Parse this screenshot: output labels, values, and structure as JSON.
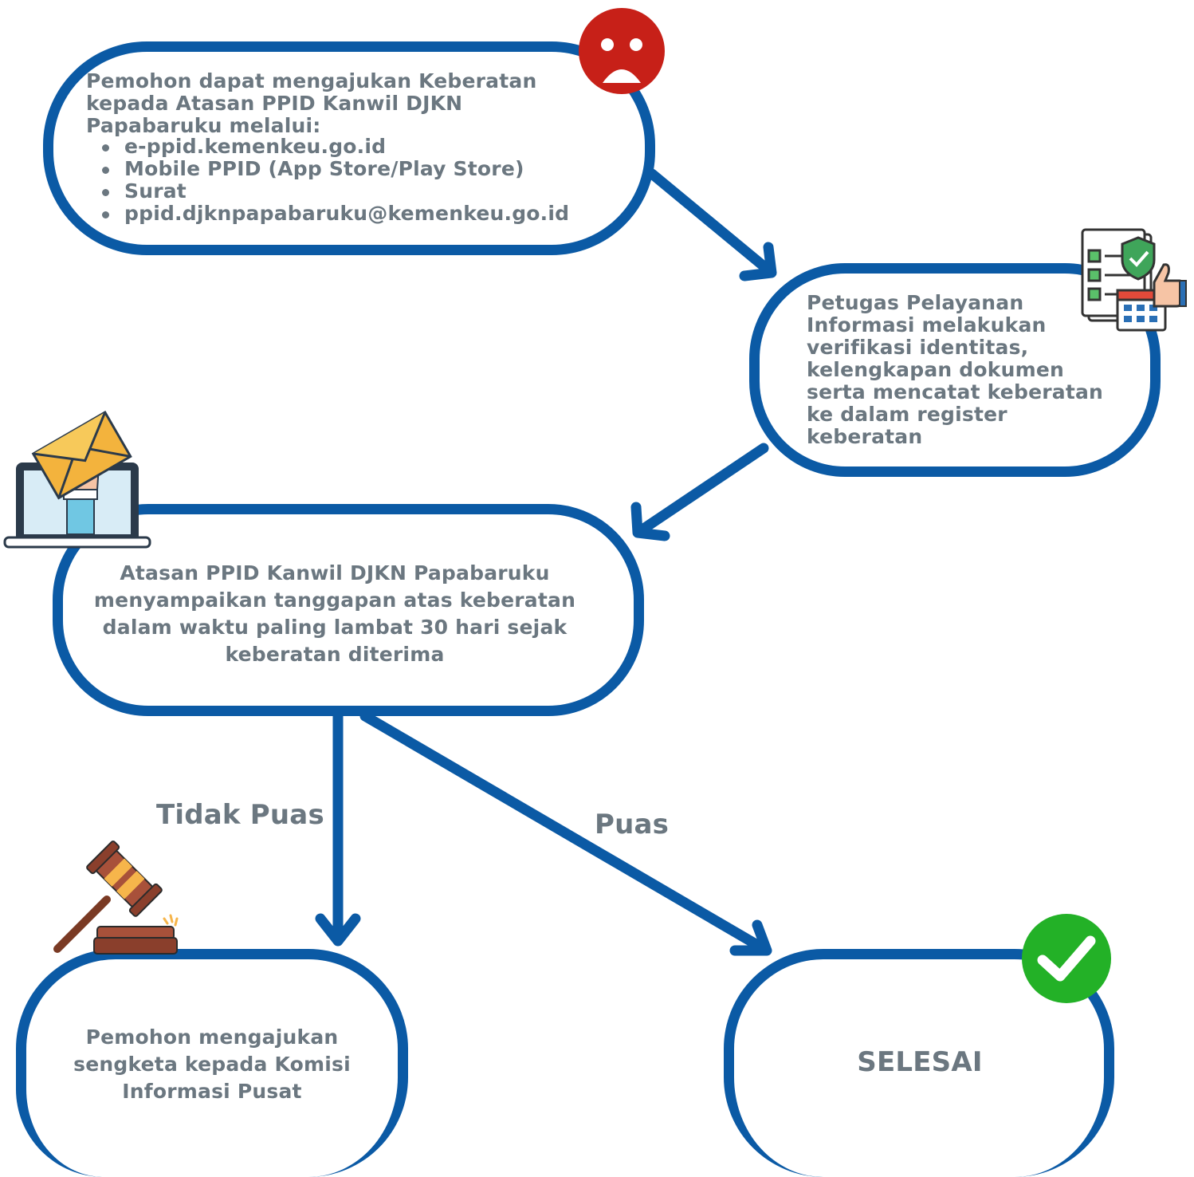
{
  "colors": {
    "box_border": "#0b5aa5",
    "arrow": "#0b5aa5",
    "text": "#6b7780",
    "sad_face": "#c72018",
    "check": "#23b127"
  },
  "steps": {
    "submit": {
      "intro": "Pemohon dapat mengajukan Keberatan kepada Atasan PPID Kanwil DJKN Papabaruku melalui:",
      "channels": [
        "e-ppid.kemenkeu.go.id",
        "Mobile PPID (App Store/Play Store)",
        "Surat",
        "ppid.djknpapabaruku@kemenkeu.go.id"
      ],
      "icon": "sad-face-icon"
    },
    "verify": {
      "text": "Petugas Pelayanan Informasi melakukan verifikasi identitas, kelengkapan dokumen serta mencatat keberatan ke dalam register keberatan",
      "icon": "checklist-document-icon"
    },
    "respond": {
      "text": "Atasan PPID Kanwil DJKN Papabaruku menyampaikan tanggapan atas keberatan dalam waktu paling lambat 30 hari sejak keberatan diterima",
      "icon": "laptop-envelope-icon"
    },
    "dispute": {
      "text": "Pemohon mengajukan sengketa kepada Komisi Informasi Pusat",
      "icon": "gavel-icon"
    },
    "done": {
      "text": "SELESAI",
      "icon": "check-icon"
    }
  },
  "branches": {
    "not_satisfied": "Tidak Puas",
    "satisfied": "Puas"
  }
}
